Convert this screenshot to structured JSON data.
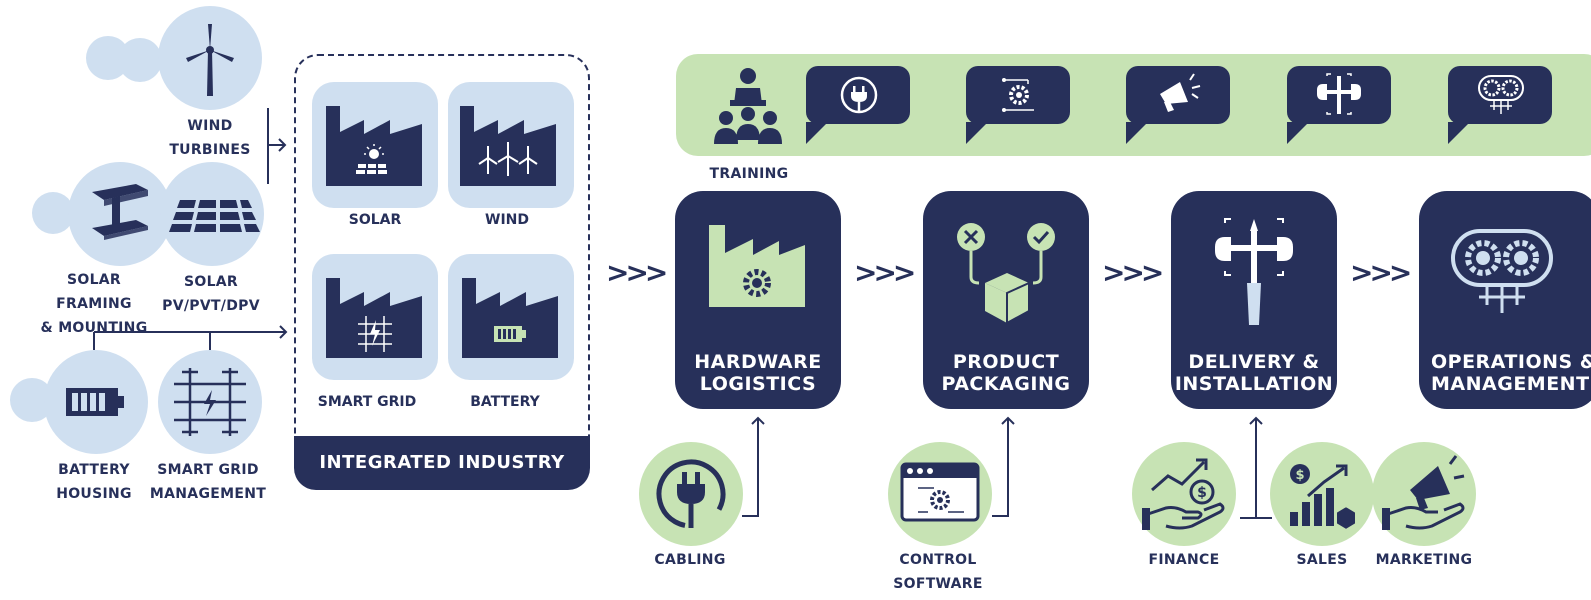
{
  "sources": {
    "wind_turbines": "WIND\nTURBINES",
    "solar_framing": "SOLAR FRAMING\n& MOUNTING",
    "solar_pv": "SOLAR\nPV/PVT/DPV",
    "battery_housing": "BATTERY\nHOUSING",
    "smart_grid_mgmt": "SMART GRID\nMANAGEMENT"
  },
  "industry": {
    "tiles": [
      "SOLAR",
      "WIND",
      "SMART GRID",
      "BATTERY"
    ],
    "footer": "INTEGRATED INDUSTRY"
  },
  "training": {
    "label": "TRAINING"
  },
  "stages": [
    {
      "title": "HARDWARE\nLOGISTICS"
    },
    {
      "title": "PRODUCT\nPACKAGING"
    },
    {
      "title": "DELIVERY &\nINSTALLATION"
    },
    {
      "title": "OPERATIONS &\nMANAGEMENT"
    }
  ],
  "chevrons": ">>>",
  "inputs": {
    "cabling": "CABLING",
    "control_software": "CONTROL\nSOFTWARE",
    "finance": "FINANCE",
    "sales": "SALES",
    "marketing": "MARKETING"
  },
  "colors": {
    "navy": "#27305a",
    "light_blue": "#cfdff0",
    "light_green": "#c7e3b4",
    "white": "#ffffff"
  },
  "icons": [
    "wind-turbine-icon",
    "steel-beam-icon",
    "solar-panel-icon",
    "battery-icon",
    "smart-grid-icon",
    "factory-icon",
    "trainer-icon",
    "plug-icon",
    "gear-flow-icon",
    "megaphone-icon",
    "tools-icon",
    "gears-circuit-icon",
    "checklist-box-icon",
    "software-window-icon",
    "finance-hand-icon",
    "sales-chart-icon"
  ]
}
